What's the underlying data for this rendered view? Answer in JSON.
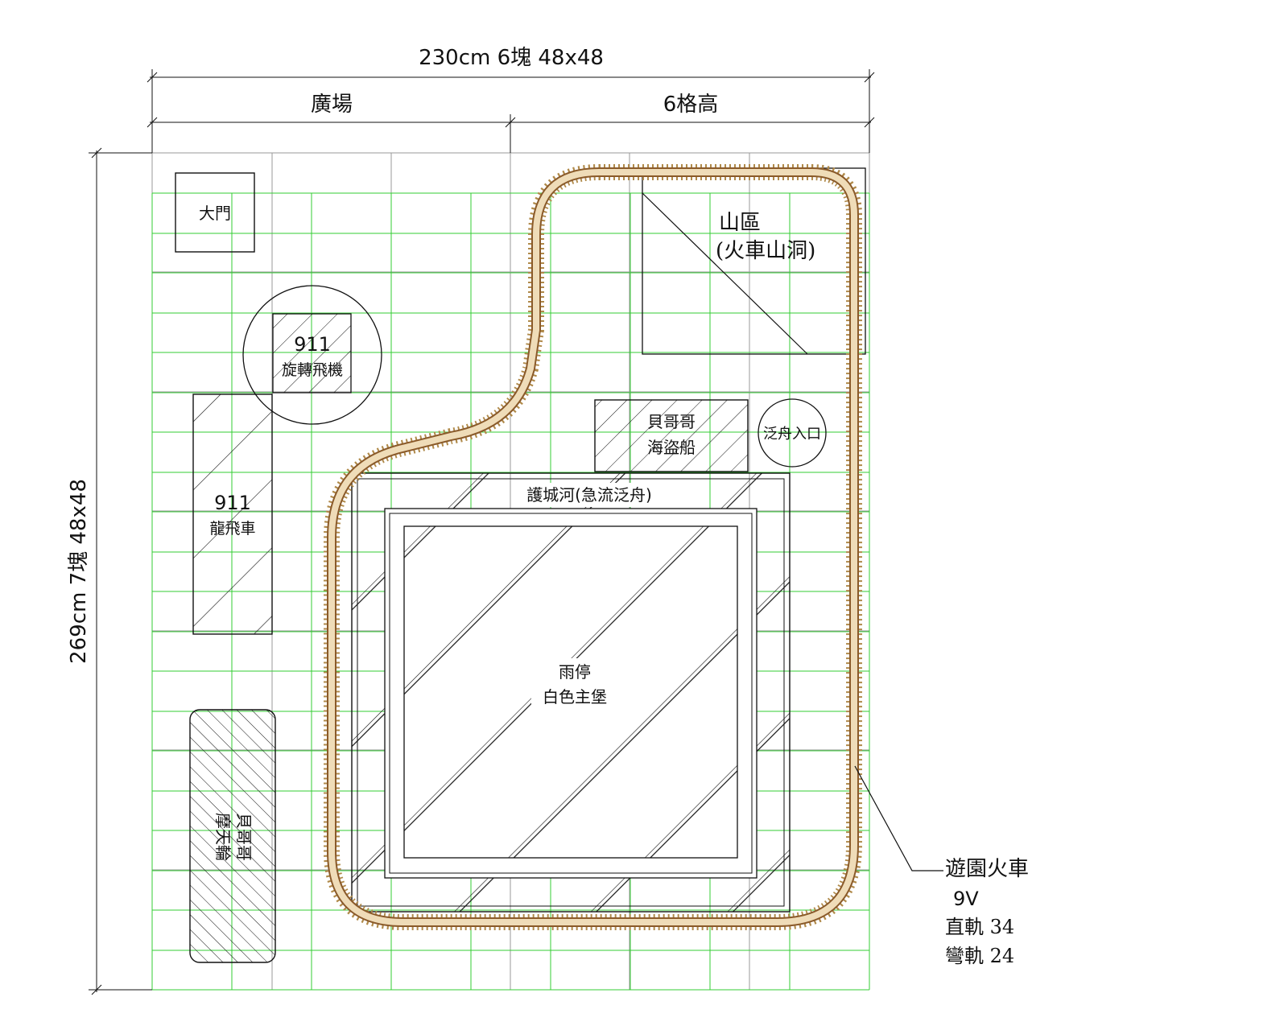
{
  "dimensions": {
    "width_label": "230cm  6塊 48x48",
    "height_label": "269cm  7塊 48x48",
    "left_section": "廣場",
    "right_section": "6格高"
  },
  "areas": {
    "gate": "大門",
    "spin_plane_num": "911",
    "spin_plane": "旋轉飛機",
    "dragon_num": "911",
    "dragon": "龍飛車",
    "ferris_1": "貝哥哥",
    "ferris_2": "摩天輪",
    "pirate_1": "貝哥哥",
    "pirate_2": "海盜船",
    "raft_entry": "泛舟入口",
    "moat": "護城河(急流泛舟)",
    "castle_1": "雨停",
    "castle_2": "白色主堡",
    "mountain_1": "山區",
    "mountain_2": "(火車山洞)"
  },
  "train": {
    "title": "遊園火車",
    "voltage": "9V",
    "straight": "直軌 34",
    "curved": "彎軌 24"
  },
  "colors": {
    "grid_gray": "#999999",
    "grid_green": "#33cc33",
    "track": "#b08a4a"
  }
}
